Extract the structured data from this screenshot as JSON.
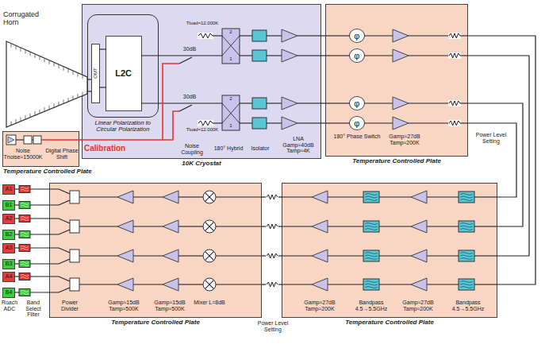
{
  "diagram": {
    "nodes": [
      {
        "text": [
          "10K Cryostat"
        ]
      },
      {
        "text": [
          "Linear Polarization to Circular Polarization"
        ],
        "in": 0
      },
      {
        "text": [
          "OMT"
        ],
        "in": 1
      },
      {
        "text": [
          "L2C"
        ],
        "in": 1
      },
      {
        "text": [
          "Temperature Controlled Plate"
        ]
      },
      {
        "text": [
          "Temperature Controlled Plate"
        ]
      },
      {
        "text": [
          "φ"
        ],
        "in": 5
      },
      {
        "text": [
          "φ"
        ],
        "in": 5
      },
      {
        "text": [
          "φ"
        ],
        "in": 5
      },
      {
        "text": [
          "φ"
        ],
        "in": 5
      },
      {
        "text": [
          "A1"
        ]
      },
      {
        "text": [
          "B1"
        ]
      },
      {
        "text": [
          "A2"
        ]
      },
      {
        "text": [
          "B2"
        ]
      },
      {
        "text": [
          "A3"
        ]
      },
      {
        "text": [
          "B3"
        ]
      },
      {
        "text": [
          "A4"
        ]
      },
      {
        "text": [
          "B4"
        ]
      },
      {
        "text": [
          "Temperature Controlled Plate"
        ]
      },
      {
        "text": [
          "Temperature Controlled Plate"
        ]
      }
    ],
    "edges": [
      {
        "from": 0,
        "to": 5,
        "arrow": "none"
      },
      {
        "from": 0,
        "to": 5,
        "arrow": "none"
      },
      {
        "from": 0,
        "to": 5,
        "arrow": "none"
      },
      {
        "from": 0,
        "to": 5,
        "arrow": "none"
      },
      {
        "from": 5,
        "to": 19,
        "arrow": "none"
      },
      {
        "from": 5,
        "to": 19,
        "arrow": "none"
      },
      {
        "from": 5,
        "to": 19,
        "arrow": "none"
      },
      {
        "from": 5,
        "to": 19,
        "arrow": "none"
      },
      {
        "from": 19,
        "to": 18,
        "arrow": "none"
      },
      {
        "from": 19,
        "to": 18,
        "arrow": "none"
      },
      {
        "from": 19,
        "to": 18,
        "arrow": "none"
      },
      {
        "from": 19,
        "to": 18,
        "arrow": "none"
      }
    ],
    "labels": [
      "Corrugated Horn",
      "Calibration",
      "Noise Tnoise≈15000K",
      "Digital Phase Shift",
      "Tload≈12.000K",
      "Tload≈12.000K",
      "30dB",
      "30dB",
      "1",
      "2",
      "1",
      "2",
      "Noise Coupling",
      "180° Hybrid",
      "Isolator",
      "LNA Gamp≈40dB Tamp≈4K",
      "180° Phase Switch",
      "Gamp≈27dB Tamp≈200K",
      "Power Level Setting",
      "Roach ADC",
      "Band Select Filter",
      "Power Divider",
      "Gamp≈15dB Tamp≈500K",
      "Gamp≈15dB Tamp≈500K",
      "Mixer L=8dB",
      "Power Level Setting",
      "Gamp≈27dB Tamp≈200K",
      "Bandpass 4.5→5.5GHz",
      "Gamp≈27dB Tamp≈200K",
      "Bandpass 4.5→5.5GHz"
    ]
  }
}
